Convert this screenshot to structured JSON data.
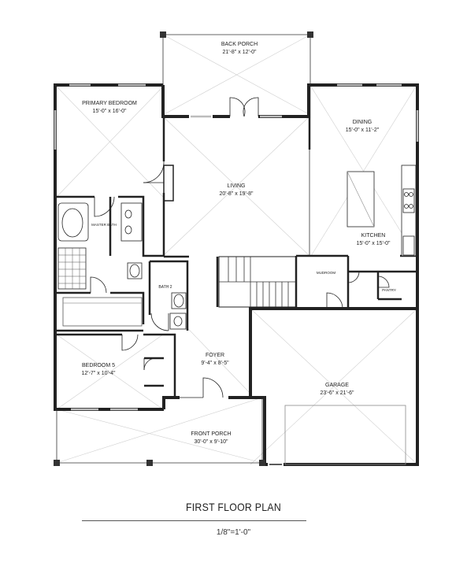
{
  "plan_title": "FIRST FLOOR PLAN",
  "scale_note": "1/8\"=1'-0\"",
  "rooms": {
    "back_porch": {
      "name": "BACK PORCH",
      "size": "21'-8\" x 12'-0\""
    },
    "primary_bedroom": {
      "name": "PRIMARY BEDROOM",
      "size": "15'-0\" x 16'-0\""
    },
    "living": {
      "name": "LIVING",
      "size": "20'-8\" x 19'-8\""
    },
    "dining": {
      "name": "DINING",
      "size": "15'-0\" x 11'-2\""
    },
    "kitchen": {
      "name": "KITCHEN",
      "size": "15'-0\" x 15'-0\""
    },
    "master_bath": {
      "name": "MASTER BATH"
    },
    "bath_2": {
      "name": "BATH 2"
    },
    "mudroom": {
      "name": "MUDROOM"
    },
    "pantry": {
      "name": "PANTRY"
    },
    "foyer": {
      "name": "FOYER",
      "size": "9'-4\" x 8'-5\""
    },
    "bedroom_5": {
      "name": "BEDROOM 5",
      "size": "12'-7\" x 10'-4\""
    },
    "garage": {
      "name": "GARAGE",
      "size": "23'-6\" x 21'-6\""
    },
    "front_porch": {
      "name": "FRONT PORCH",
      "size": "30'-0\" x 9'-10\""
    }
  }
}
